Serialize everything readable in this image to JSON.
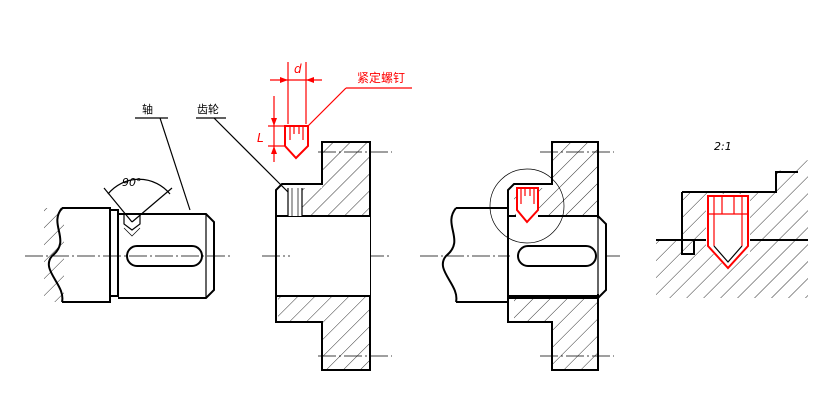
{
  "labels": {
    "shaft": "轴",
    "gear": "齿轮",
    "set_screw": "紧定螺钉",
    "angle": "90°",
    "dim_d": "d",
    "dim_L": "L",
    "scale": "2:1"
  },
  "colors": {
    "line": "#000000",
    "highlight": "#ff0000",
    "background": "#ffffff"
  }
}
